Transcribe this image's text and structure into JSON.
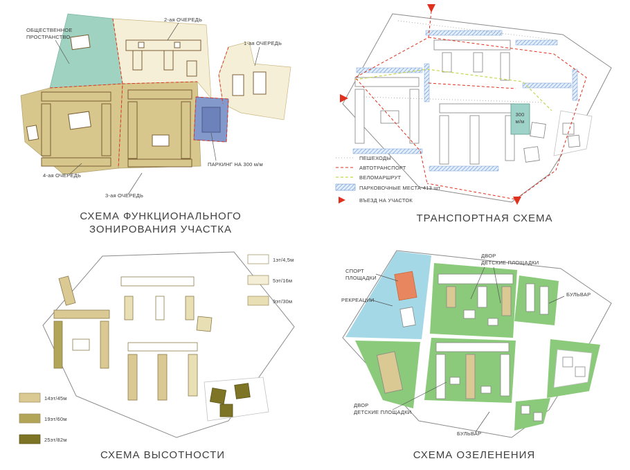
{
  "colors": {
    "public_space_teal": "#9fd2c0",
    "phase_cream": "#f6efd8",
    "phase_olive": "#d7c78c",
    "parking_blue": "#8398cb",
    "accent_red": "#e0301e",
    "bike_route_green": "#c6d64e",
    "parking_hatch_blue": "#5b8fd6",
    "greenery": "#8bca7a",
    "water_blue": "#a5d8e6",
    "sport_orange": "#e8875f",
    "label_text": "#3b3b3b"
  },
  "panels": {
    "zoning": {
      "title_1": "СХЕМА ФУНКЦИОНАЛЬНОГО",
      "title_2": "ЗОНИРОВАНИЯ УЧАСТКА",
      "labels": {
        "public_space_1": "ОБЩЕСТВЕННОЕ",
        "public_space_2": "ПРОСТРАНСТВО",
        "phase_2": "2-ая ОЧЕРЕДЬ",
        "phase_1": "1-ая ОЧЕРЕДЬ",
        "phase_4": "4-ая ОЧЕРЕДЬ",
        "phase_3": "3-ая ОЧЕРЕДЬ",
        "parking": "ПАРКИНГ НА 300 м/м"
      }
    },
    "transport": {
      "title": "ТРАНСПОРТНАЯ СХЕМА",
      "parking_block_1": "300",
      "parking_block_2": "м/м",
      "legend": [
        {
          "label": "ПЕШЕХОДЫ"
        },
        {
          "label": "АВТОТРАНСПОРТ"
        },
        {
          "label": "ВЕЛОМАРШРУТ"
        },
        {
          "label": "ПАРКОВОЧНЫЕ МЕСТА-413 шт"
        },
        {
          "label": "ВЪЕЗД НА УЧАСТОК"
        }
      ]
    },
    "heights": {
      "title": "СХЕМА ВЫСОТНОСТИ",
      "legend_top": [
        {
          "label": "1эт/4,5м",
          "color": "#ffffff"
        },
        {
          "label": "5эт/16м",
          "color": "#f4eed6"
        },
        {
          "label": "9эт/30м",
          "color": "#e9dfb4"
        }
      ],
      "legend_bottom": [
        {
          "label": "14эт/45м",
          "color": "#dbc993"
        },
        {
          "label": "19эт/60м",
          "color": "#b3a558"
        },
        {
          "label": "25эт/82м",
          "color": "#7e7426"
        }
      ]
    },
    "greening": {
      "title": "СХЕМА ОЗЕЛЕНЕНИЯ",
      "labels": {
        "sport_1": "СПОРТ",
        "sport_2": "ПЛОЩАДКИ",
        "recreation": "РЕКРЕАЦИИ",
        "yard_top_1": "ДВОР",
        "yard_top_2": "ДЕТСКИЕ ПЛОЩАДКИ",
        "boulevard_right": "БУЛЬВАР",
        "yard_bottom_1": "ДВОР",
        "yard_bottom_2": "ДЕТСКИЕ ПЛОЩАДКИ",
        "boulevard_bottom": "БУЛЬВАР"
      }
    }
  }
}
